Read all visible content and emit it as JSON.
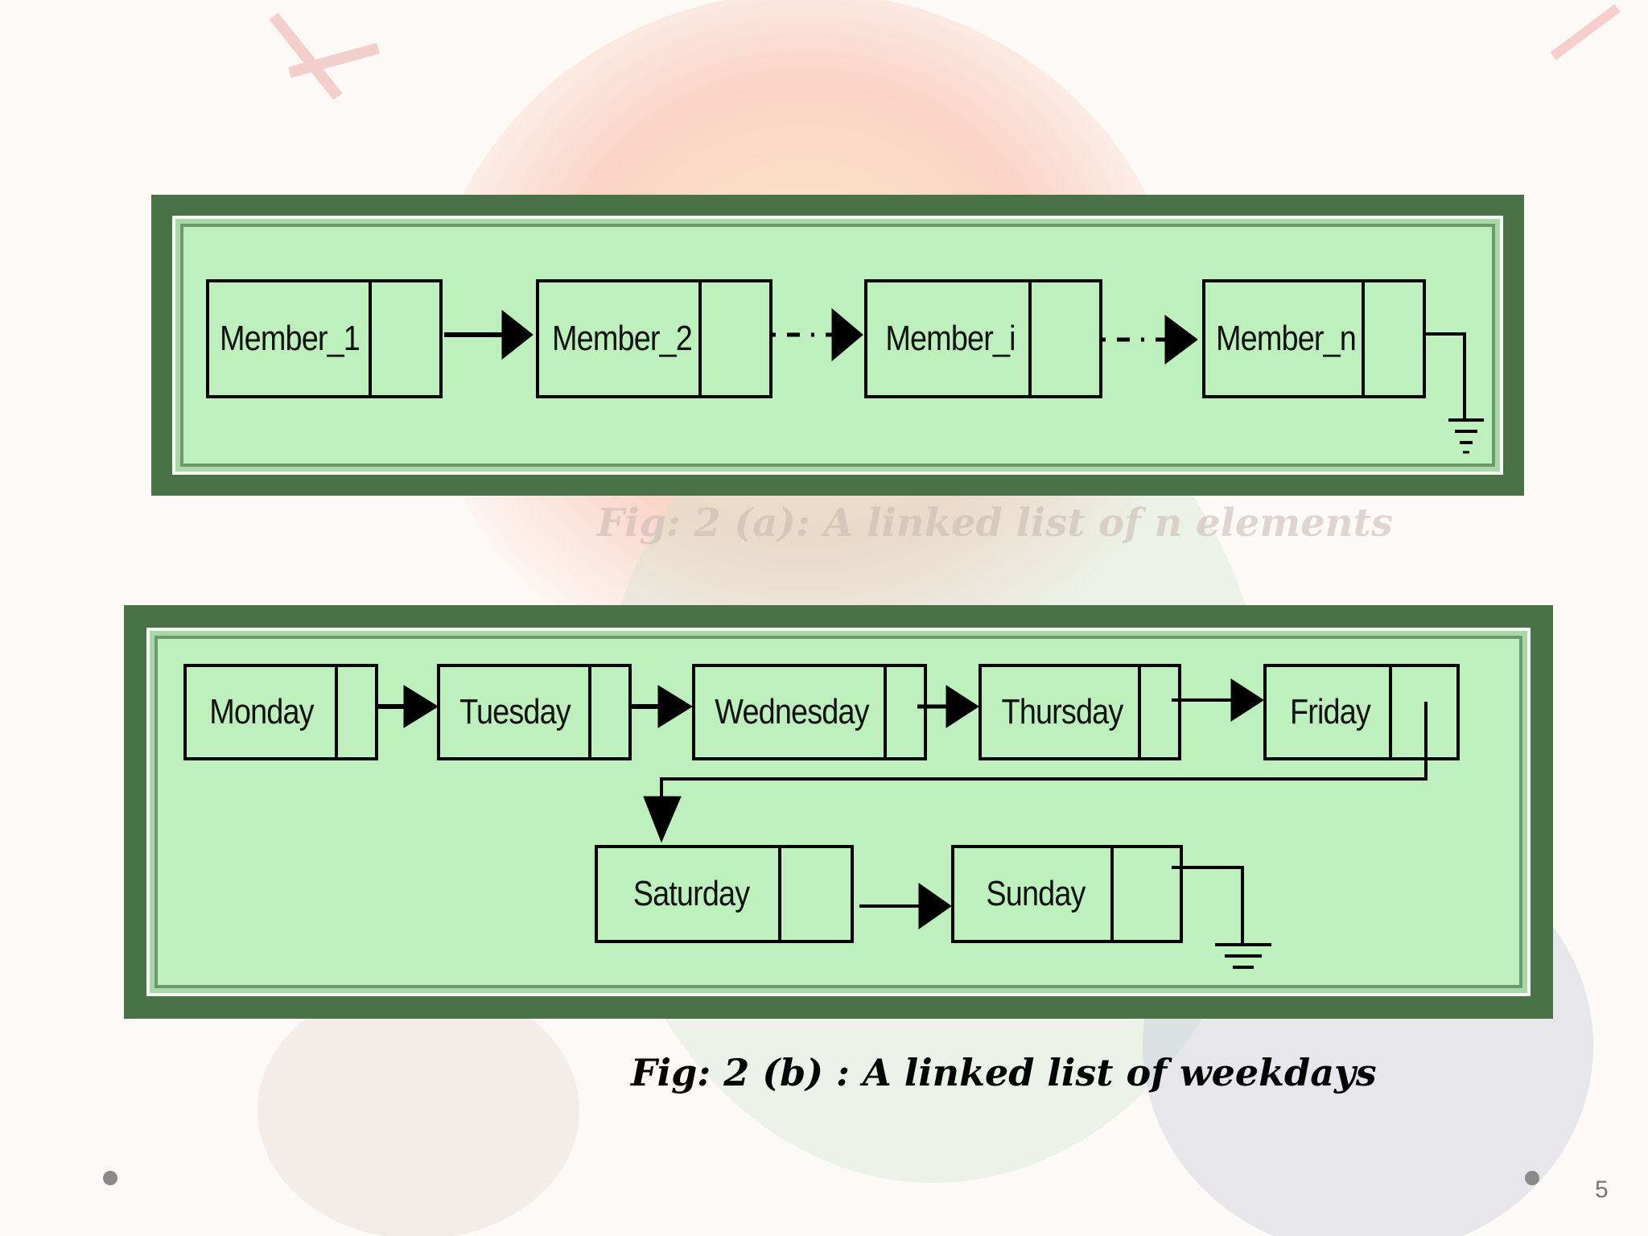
{
  "fig_a": {
    "nodes": [
      "Member_1",
      "Member_2",
      "Member_i",
      "Member_n"
    ],
    "links": [
      "solid",
      "dotted",
      "dotted"
    ],
    "caption": "Fig: 2 (a): A linked list of n elements"
  },
  "fig_b": {
    "nodes": [
      "Monday",
      "Tuesday",
      "Wednesday",
      "Thursday",
      "Friday",
      "Saturday",
      "Sunday"
    ],
    "caption": "Fig: 2 (b) : A linked list of weekdays"
  },
  "page_number": "5",
  "colors": {
    "frame": "#4a7249",
    "panel": "#bdf0bd",
    "ink": "#000000"
  }
}
